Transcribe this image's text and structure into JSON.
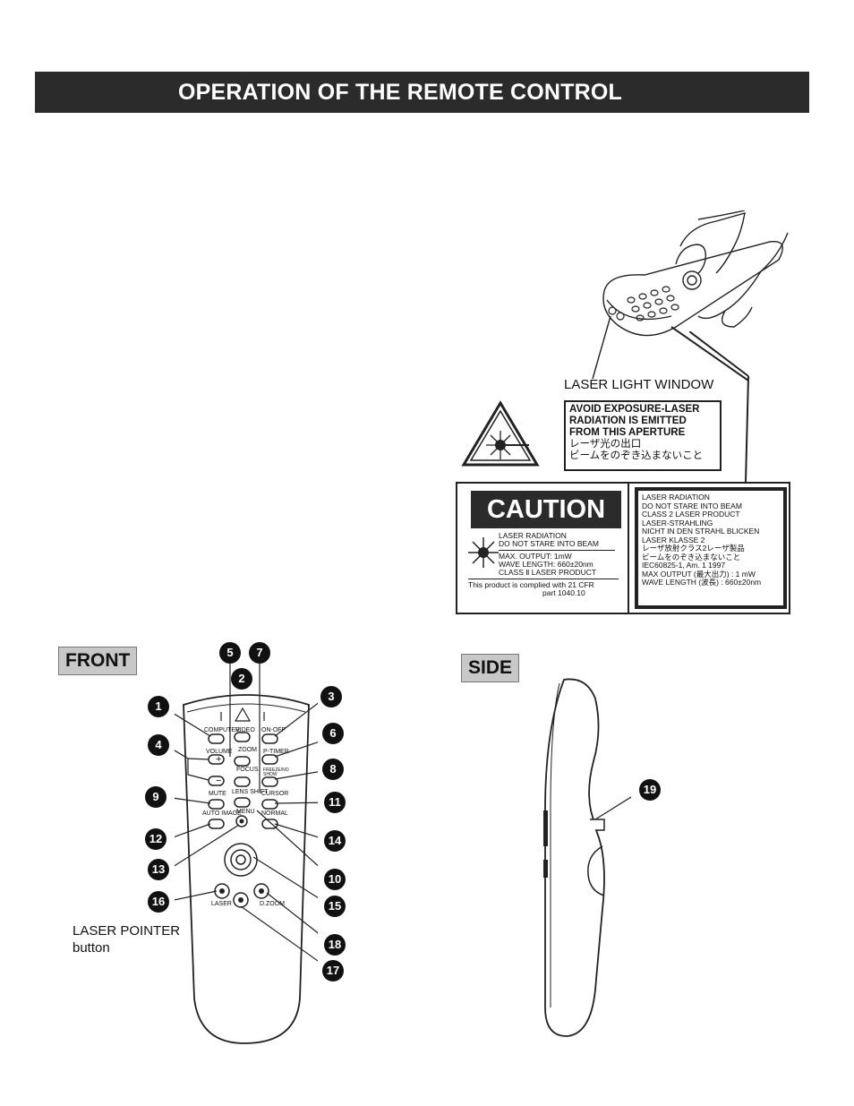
{
  "header": {
    "title": "OPERATION OF THE REMOTE CONTROL"
  },
  "laser_window": {
    "label": "LASER LIGHT WINDOW",
    "warning_lines": [
      "AVOID EXPOSURE-LASER",
      "RADIATION IS EMITTED",
      "FROM THIS APERTURE",
      "レーザ光の出口",
      "ビームをのぞき込まないこと"
    ]
  },
  "caution": {
    "title": "CAUTION",
    "lines": [
      "LASER RADIATION",
      "DO NOT STARE INTO BEAM",
      "MAX. OUTPUT: 1mW",
      "WAVE LENGTH: 660±20nm",
      "CLASS Ⅱ LASER PRODUCT"
    ],
    "compliance": [
      "This product is complied with 21 CFR",
      "part 1040.10"
    ],
    "right_lines": [
      "LASER RADIATION",
      "DO NOT STARE INTO BEAM",
      "CLASS 2 LASER PRODUCT",
      "LASER-STRAHLING",
      "NICHT IN DEN STRAHL BLICKEN",
      "LASER KLASSE 2",
      "レーザ放射クラス2レーザ製品",
      "ビームをのぞき込まないこと",
      "IEC60825-1, Am. 1 1997",
      "MAX OUTPUT (最大出力) : 1 mW",
      "WAVE LENGTH (波長) : 660±20nm"
    ]
  },
  "front": {
    "tag": "FRONT",
    "laser_pointer_label": [
      "LASER POINTER",
      "button"
    ],
    "buttons": {
      "computer": "COMPUTER",
      "video": "VIDEO",
      "onoff": "ON-OFF",
      "volume": "VOLUME",
      "plus": "+",
      "minus": "−",
      "zoom": "ZOOM",
      "ptimer": "P-TIMER",
      "focus": "FOCUS",
      "freeze": "FREEZE/NO SHOW",
      "mute": "MUTE",
      "lensshift": "LENS SHIFT",
      "cursor": "CURSOR",
      "autoimage": "AUTO IMAGE",
      "menu": "MENU",
      "normal": "NORMAL",
      "laser": "LASER",
      "dzoom": "D.ZOOM"
    },
    "numbers": [
      "1",
      "2",
      "3",
      "4",
      "5",
      "6",
      "7",
      "8",
      "9",
      "10",
      "11",
      "12",
      "13",
      "14",
      "15",
      "16",
      "17",
      "18"
    ]
  },
  "side": {
    "tag": "SIDE",
    "number": "19"
  }
}
